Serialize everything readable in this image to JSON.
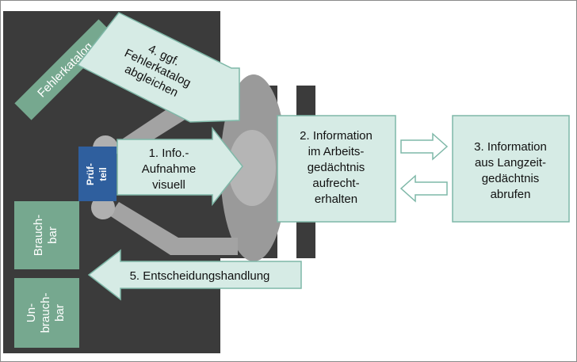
{
  "colors": {
    "workspace": "#3b3b3b",
    "person": "#a8a8a8",
    "person_dark": "#7f7f7f",
    "box_fill": "#d6ebe5",
    "box_stroke": "#7fb8a8",
    "green": "#76a88f",
    "part_blue": "#2f5f9e"
  },
  "labels": {
    "fehlerkatalog": "Fehlerkatalog",
    "step4": [
      "4. ggf.",
      "Fehlerkatalog",
      "abgleichen"
    ],
    "pruefteil": [
      "Prüf-",
      "teil"
    ],
    "step1": [
      "1. Info.-",
      "Aufnahme",
      "visuell"
    ],
    "step2": [
      "2. Information",
      "im Arbeits-",
      "gedächtnis",
      "aufrecht-",
      "erhalten"
    ],
    "step3": [
      "3. Information",
      "aus Langzeit-",
      "gedächtnis",
      "abrufen"
    ],
    "step5": "5. Entscheidungshandlung",
    "brauchbar": [
      "Brauch-",
      "bar"
    ],
    "unbrauchbar": [
      "Un-",
      "brauch-",
      "bar"
    ]
  }
}
